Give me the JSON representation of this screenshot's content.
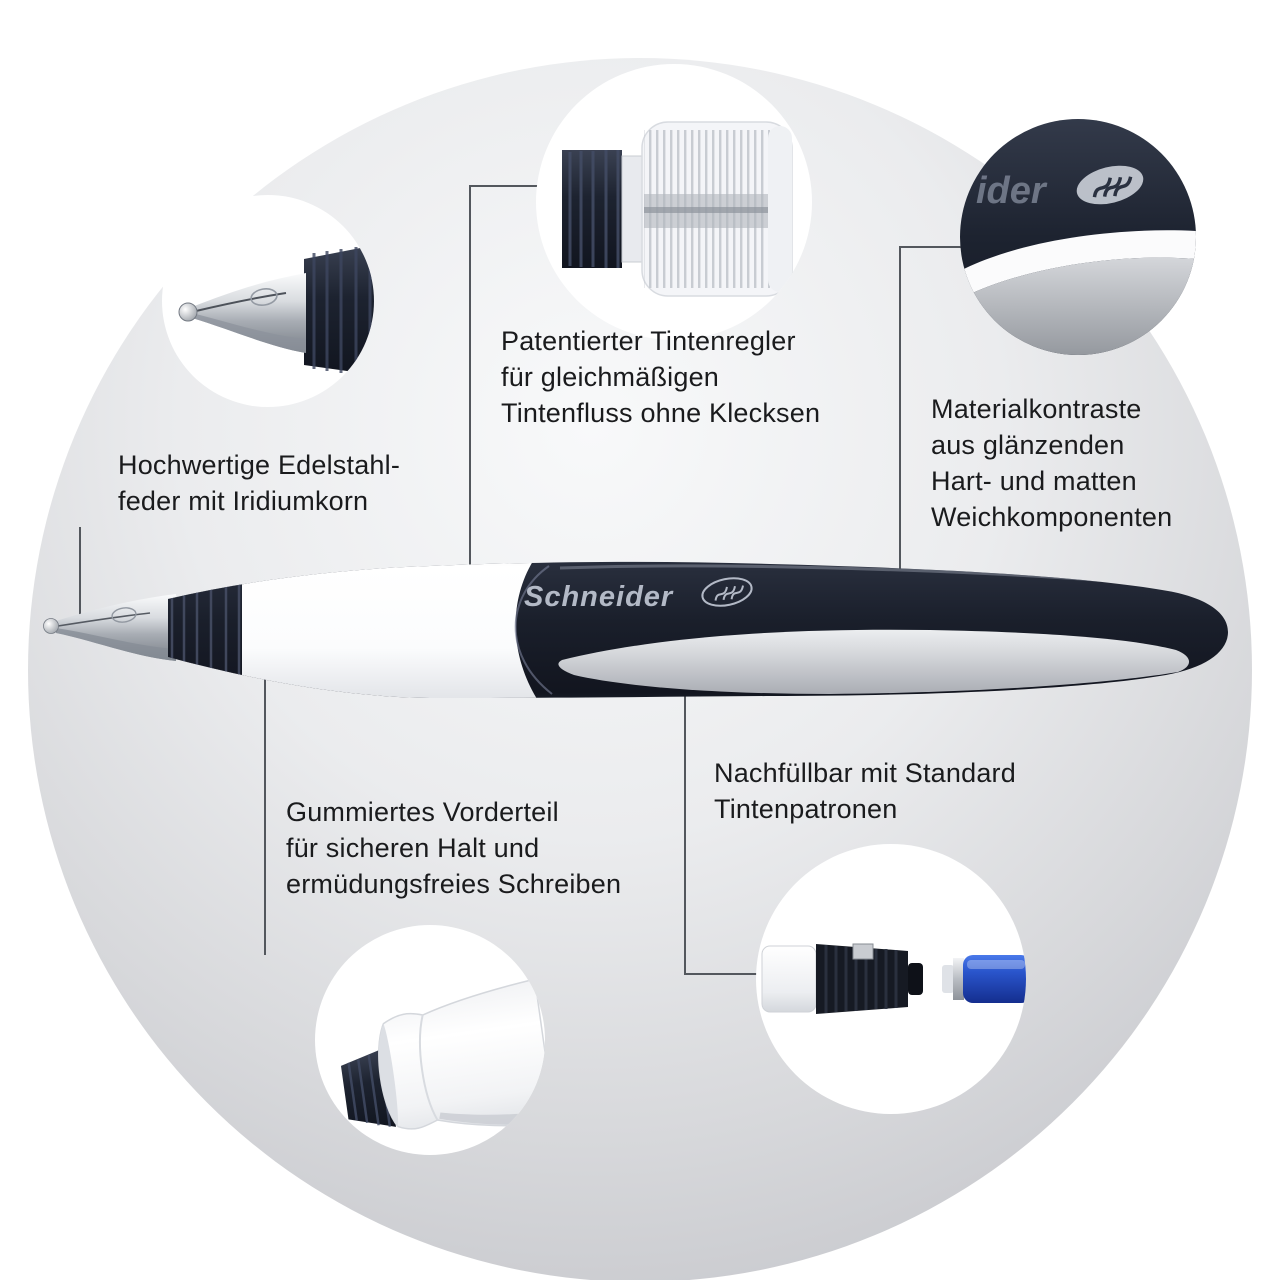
{
  "colors": {
    "backdrop_light": "#f8f9fa",
    "backdrop_dark": "#bcbdc3",
    "pen_navy": "#1b202c",
    "grip_white": "#ffffff",
    "inlay_gray": "#c9ccd2",
    "steel_silver": "#c6cad0",
    "cartridge_blue": "#2a55cc",
    "connector_line": "#53575d",
    "text": "#1a1b1d"
  },
  "pen": {
    "brand": "Schneider"
  },
  "icons": {
    "swoosh": "schneider-swoosh-logo"
  },
  "callouts": {
    "nib": {
      "label": "Hochwertige Edelstahl-\nfeder mit Iridiumkorn"
    },
    "regulator": {
      "label": "Patentierter Tintenregler\nfür gleichmäßigen\nTintenfluss ohne Klecksen"
    },
    "material": {
      "label": "Materialkontraste\naus glänzenden\nHart- und matten\nWeichkomponenten",
      "brand_fragment": "ider"
    },
    "grip": {
      "label": "Gummiertes Vorderteil\nfür sicheren Halt und\nermüdungsfreies Schreiben"
    },
    "cartridge": {
      "label": "Nachfüllbar mit Standard\nTintenpatronen"
    }
  }
}
